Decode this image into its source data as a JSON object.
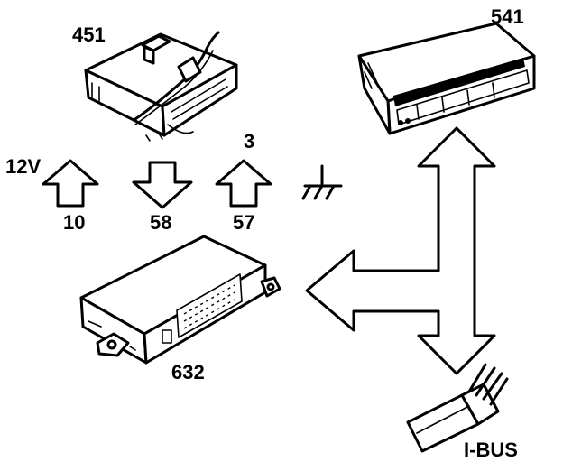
{
  "diagram": {
    "components": [
      {
        "id": "451",
        "label": "451"
      },
      {
        "id": "541",
        "label": "541"
      },
      {
        "id": "632",
        "label": "632"
      }
    ],
    "signals": [
      {
        "direction": "up",
        "label": "10",
        "top_label": "12V"
      },
      {
        "direction": "down",
        "label": "58",
        "top_label": ""
      },
      {
        "direction": "up",
        "label": "57",
        "top_label": "3"
      },
      {
        "direction": "ground",
        "label": "",
        "top_label": ""
      }
    ],
    "bus": {
      "label": "I-BUS"
    }
  }
}
